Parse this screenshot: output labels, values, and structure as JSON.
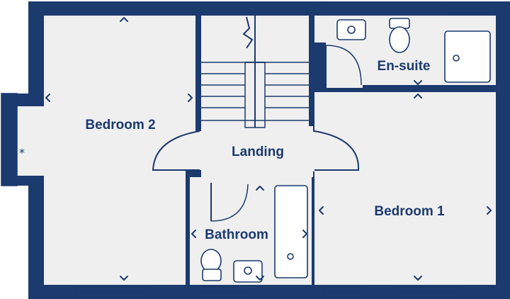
{
  "rooms": {
    "bedroom2": "Bedroom 2",
    "landing": "Landing",
    "bathroom": "Bathroom",
    "ensuite": "En-suite",
    "bedroom1": "Bedroom 1"
  },
  "symbols": {
    "bay_marker": "*"
  },
  "colors": {
    "line": "#1b3a6e",
    "floor": "#efefef",
    "background": "#ffffff"
  }
}
